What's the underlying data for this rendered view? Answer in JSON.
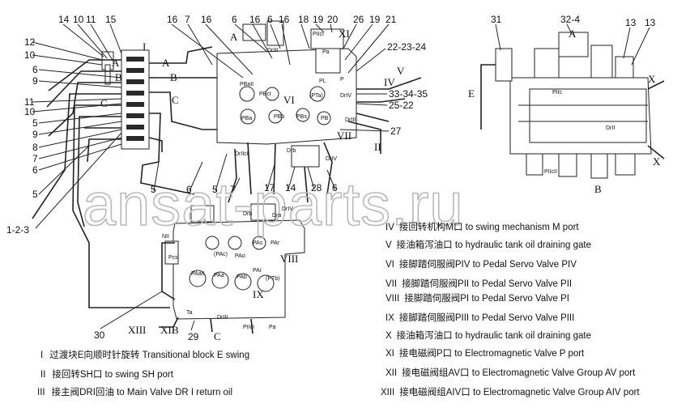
{
  "watermark": "ansat-parts.ru",
  "left_callouts": [
    "12",
    "10",
    "6",
    "9",
    "11",
    "10",
    "5",
    "9",
    "8",
    "7",
    "6",
    "5",
    "1-2-3"
  ],
  "top_callouts": [
    "14",
    "10",
    "11",
    "15",
    "16",
    "7",
    "16",
    "6",
    "16",
    "6",
    "16",
    "18",
    "19",
    "20",
    "26",
    "19",
    "21"
  ],
  "right_callouts": [
    "22-23-24",
    "33-34-35",
    "25-22",
    "27"
  ],
  "lower_callouts": [
    "5",
    "6",
    "5",
    "7",
    "17",
    "14",
    "28",
    "6",
    "30",
    "29"
  ],
  "side_callouts": [
    "31",
    "32-4",
    "13",
    "13"
  ],
  "block_letters": [
    "I",
    "A",
    "B",
    "C",
    "A",
    "B",
    "C",
    "A",
    "B",
    "C",
    "A",
    "B",
    "E",
    "X",
    "X"
  ],
  "roman_marks": [
    "IV",
    "V",
    "VI",
    "VII",
    "II",
    "VIII",
    "IX",
    "XI",
    "XII",
    "XIII"
  ],
  "port_labels": [
    "PBaII",
    "PBa",
    "PBs",
    "PBb",
    "PBcI",
    "(PTa)",
    "PB",
    "PL",
    "P",
    "Pa",
    "PIIcI",
    "DrIII",
    "DrIV",
    "DrIII",
    "DrIIcI",
    "Drb",
    "DrIV",
    "PIIc",
    "PIIcII",
    "Dra",
    "Drb",
    "DrIV",
    "DrII",
    "NII",
    "PAr",
    "PAs",
    "(PAc)",
    "PAo",
    "PAaII",
    "PAa",
    "PAb",
    "PAI",
    "(PTb)",
    "PIIcI",
    "Pa",
    "DrIII",
    "Ta",
    "Pcs"
  ],
  "legend_right": [
    {
      "numeral": "IV",
      "text": "接回转机构M口  to swing mechanism M port"
    },
    {
      "numeral": "V",
      "text": "接油箱泻油口 to hydraulic tank oil draining gate"
    },
    {
      "numeral": "VI",
      "text": "接脚踏伺服阀PIV  to Pedal Servo Valve PIV"
    },
    {
      "numeral": "VII",
      "text": "接脚踏伺服阀PII   to Pedal Servo Valve PII"
    },
    {
      "numeral": "VIII",
      "text": "接脚踏伺服阀PI   to Pedal Servo Valve PI"
    },
    {
      "numeral": "IX",
      "text": "接脚踏伺服阀PIII to Pedal Servo Valve PIII"
    },
    {
      "numeral": "X",
      "text": "接油箱泻油口 to hydraulic tank oil draining gate"
    },
    {
      "numeral": "XI",
      "text": "接电磁阀P口 to Electromagnetic Valve P port"
    },
    {
      "numeral": "XII",
      "text": "接电磁阀组AV口 to Electromagnetic Valve Group AV port"
    },
    {
      "numeral": "XIII",
      "text": "接电磁阀组AIV口 to Electromagnetic Valve Group AIV port"
    }
  ],
  "legend_left": [
    {
      "numeral": "I",
      "text": "过渡块E向顺时针旋转  Transitional block E swing"
    },
    {
      "numeral": "II",
      "text": "接回转SH口    to swing SH port"
    },
    {
      "numeral": "III",
      "text": "接主阀DRI回油    to Main Valve DR I  return oil"
    }
  ]
}
